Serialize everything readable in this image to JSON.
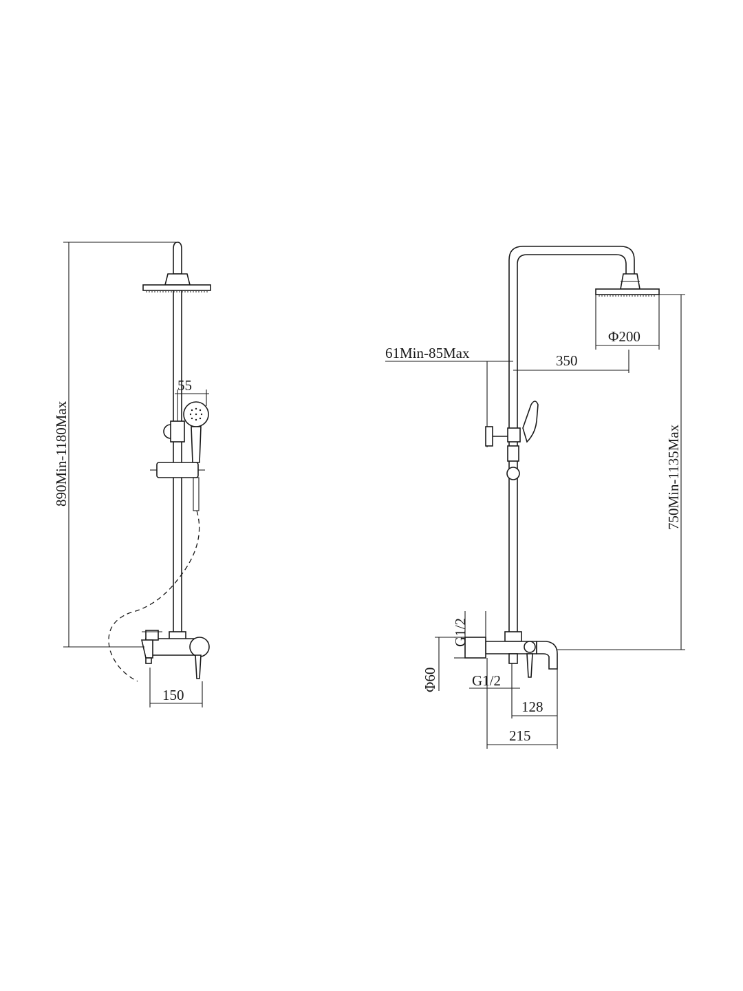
{
  "left_view": {
    "height_label": "890Min-1180Max",
    "hand_shower_label": "55",
    "width_label": "150"
  },
  "right_view": {
    "rail_label": "61Min-85Max",
    "arm_label": "350",
    "head_diameter_label": "Φ200",
    "height_label": "750Min-1135Max",
    "inlet_label": "G1/2",
    "flange_label": "Φ60",
    "outlet_label": "G1/2",
    "spout_label": "128",
    "overall_label": "215"
  },
  "colors": {
    "line": "#1a1a1a",
    "background": "#ffffff"
  }
}
